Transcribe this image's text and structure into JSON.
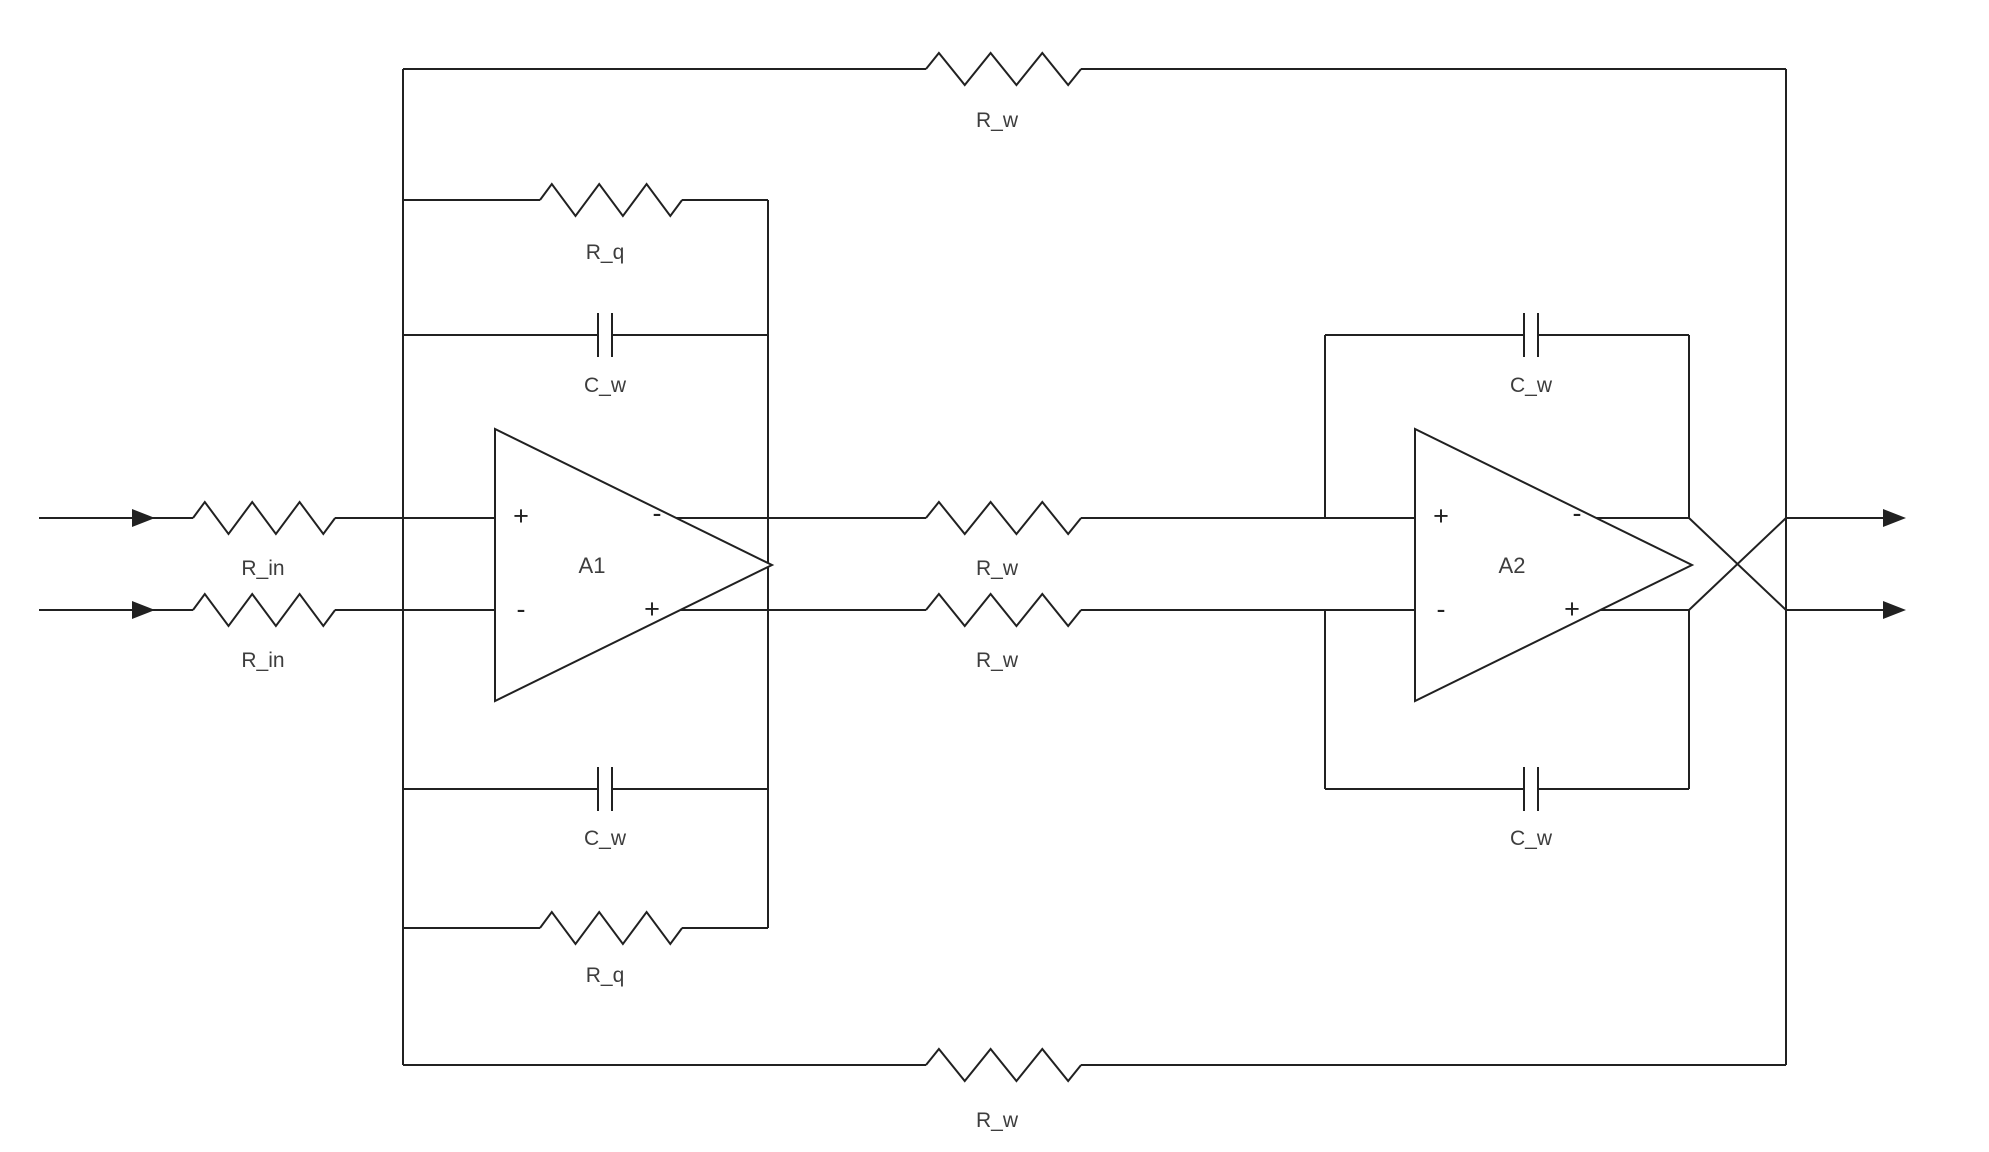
{
  "diagram": {
    "kind": "circuit-schematic",
    "subject": "fully-differential two-op-amp active filter (biquad) with cross-coupled outputs",
    "background_color": "#ffffff",
    "wire_color": "#212121",
    "text_color": "#3d3d3d"
  },
  "opamps": {
    "a1": {
      "label": "A1",
      "in_top": "+",
      "in_bottom": "-",
      "out_top": "-",
      "out_bottom": "+"
    },
    "a2": {
      "label": "A2",
      "in_top": "+",
      "in_bottom": "-",
      "out_top": "-",
      "out_bottom": "+"
    }
  },
  "labels": {
    "r_w_outer_top": "R_w",
    "r_q_top": "R_q",
    "c_w_a1_top": "C_w",
    "r_in_top": "R_in",
    "r_in_bottom": "R_in",
    "r_w_mid_top": "R_w",
    "r_w_mid_bottom": "R_w",
    "c_w_a2_top": "C_w",
    "c_w_a2_bottom": "C_w",
    "c_w_a1_bottom": "C_w",
    "r_q_bottom": "R_q",
    "r_w_outer_bottom": "R_w"
  },
  "components": [
    {
      "id": "r_in_top",
      "type": "resistor",
      "label": "R_in",
      "position": "top input branch"
    },
    {
      "id": "r_in_bottom",
      "type": "resistor",
      "label": "R_in",
      "position": "bottom input branch"
    },
    {
      "id": "r_q_top",
      "type": "resistor",
      "label": "R_q",
      "position": "A1 top feedback"
    },
    {
      "id": "r_q_bottom",
      "type": "resistor",
      "label": "R_q",
      "position": "A1 bottom feedback"
    },
    {
      "id": "c_w_a1_top",
      "type": "capacitor",
      "label": "C_w",
      "position": "A1 top feedback"
    },
    {
      "id": "c_w_a1_bottom",
      "type": "capacitor",
      "label": "C_w",
      "position": "A1 bottom feedback"
    },
    {
      "id": "r_w_mid_top",
      "type": "resistor",
      "label": "R_w",
      "position": "A1 to A2 top branch"
    },
    {
      "id": "r_w_mid_bottom",
      "type": "resistor",
      "label": "R_w",
      "position": "A1 to A2 bottom branch"
    },
    {
      "id": "c_w_a2_top",
      "type": "capacitor",
      "label": "C_w",
      "position": "A2 top feedback"
    },
    {
      "id": "c_w_a2_bottom",
      "type": "capacitor",
      "label": "C_w",
      "position": "A2 bottom feedback"
    },
    {
      "id": "r_w_outer_top",
      "type": "resistor",
      "label": "R_w",
      "position": "outer top feedback loop"
    },
    {
      "id": "r_w_outer_bottom",
      "type": "resistor",
      "label": "R_w",
      "position": "outer bottom feedback loop"
    }
  ]
}
